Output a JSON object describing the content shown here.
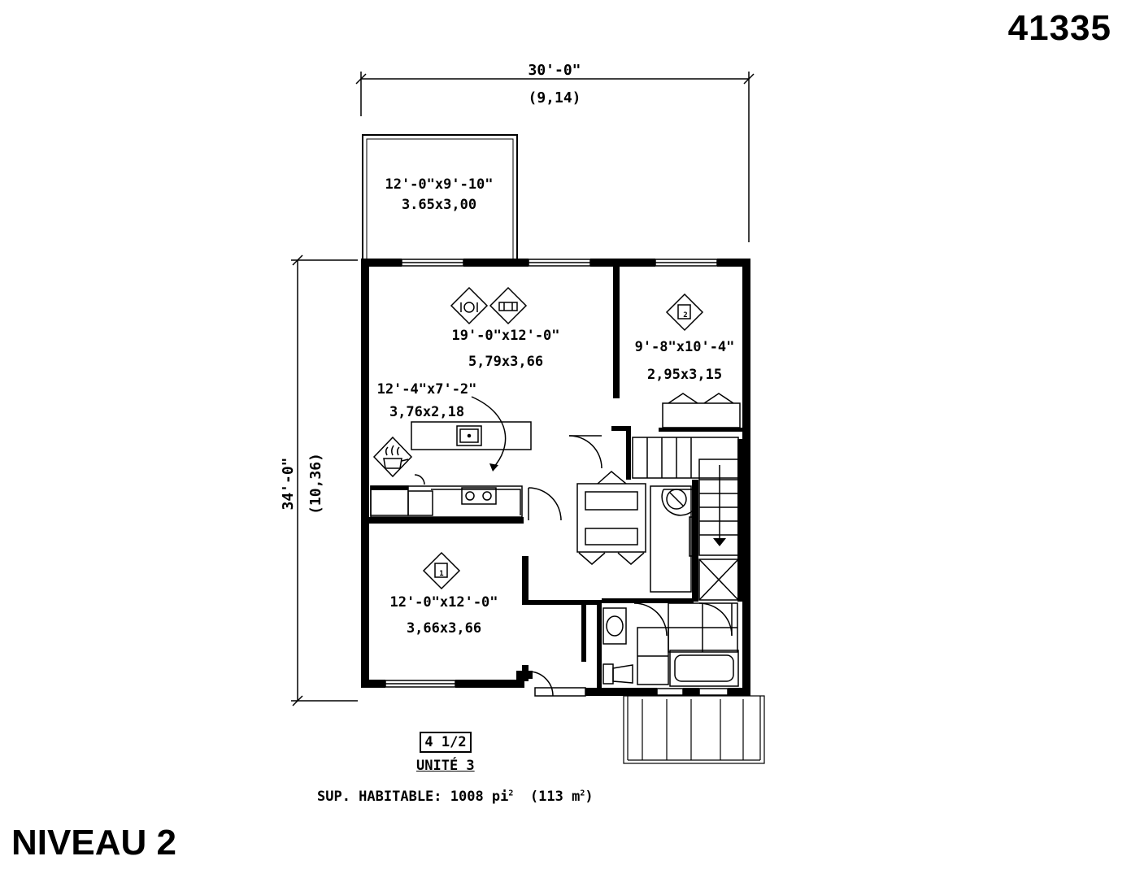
{
  "plan_number": "41335",
  "level_title": "NIVEAU 2",
  "overall_width": {
    "imperial": "30'-0\"",
    "metric": "(9,14)"
  },
  "overall_depth": {
    "imperial": "34'-0\"",
    "metric": "(10,36)"
  },
  "rooms": {
    "balcony": {
      "imperial": "12'-0\"x9'-10\"",
      "metric": "3.65x3,00"
    },
    "living_dining": {
      "imperial": "19'-0\"x12'-0\"",
      "metric": "5,79x3,66"
    },
    "kitchen": {
      "imperial": "12'-4\"x7'-2\"",
      "metric": "3,76x2,18"
    },
    "bedroom_2": {
      "imperial": "9'-8\"x10'-4\"",
      "metric": "2,95x3,15"
    },
    "bedroom_1": {
      "imperial": "12'-0\"x12'-0\"",
      "metric": "3,66x3,66"
    }
  },
  "bedroom_numbers": {
    "bedroom_1": "1",
    "bedroom_2": "2"
  },
  "unit": {
    "type": "4 1/2",
    "label": "UNITÉ 3",
    "area_prefix": "SUP. HABITABLE: 1008 pi",
    "area_mid": "(113 m",
    "area_sup": "2",
    "area_suffix": ")"
  }
}
